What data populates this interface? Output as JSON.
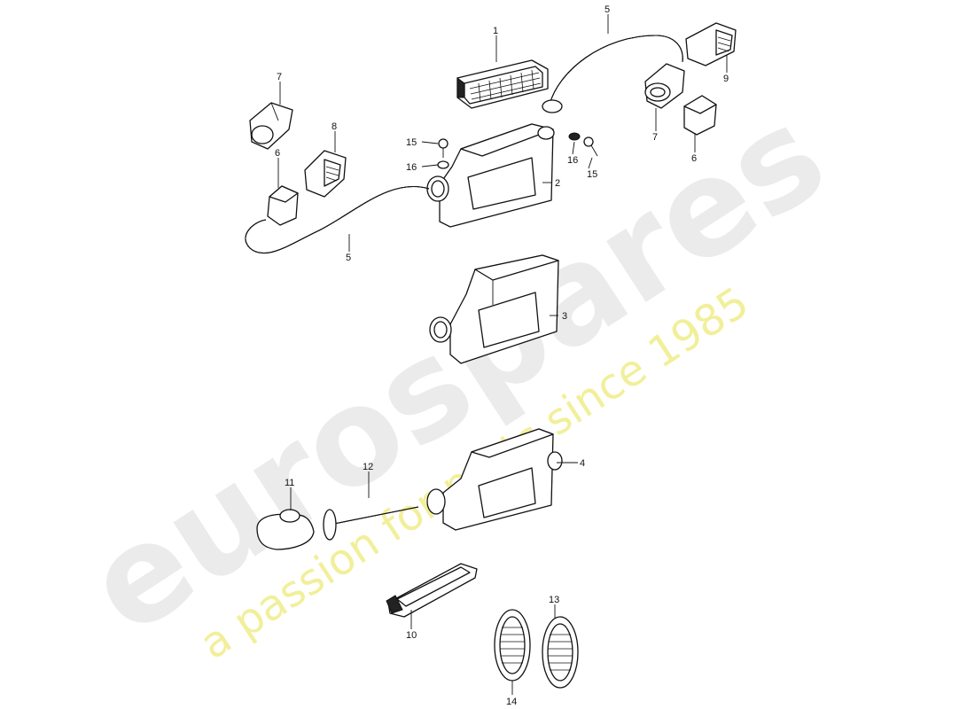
{
  "watermark": {
    "brand": "eurospares",
    "tagline": "a passion for parts since 1985"
  },
  "callouts": {
    "p1": "1",
    "p2": "2",
    "p3": "3",
    "p4": "4",
    "p5_top": "5",
    "p5_bottom": "5",
    "p6_left": "6",
    "p6_right": "6",
    "p7_left": "7",
    "p7_right": "7",
    "p8": "8",
    "p9": "9",
    "p10": "10",
    "p11": "11",
    "p12": "12",
    "p13": "13",
    "p14": "14",
    "p15_left": "15",
    "p15_right": "15",
    "p16_left": "16",
    "p16_right": "16"
  },
  "colors": {
    "line": "#111111",
    "watermark_brand": "#e9e9e9",
    "watermark_tagline": "#f2ef9a",
    "background": "#ffffff"
  }
}
